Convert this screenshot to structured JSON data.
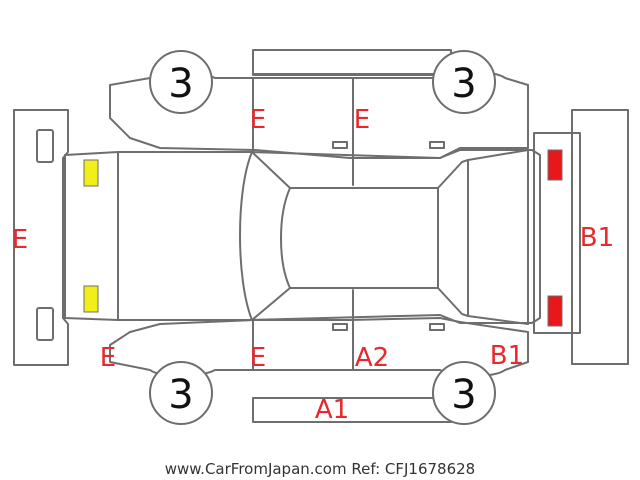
{
  "colors": {
    "outline": "#6e6e6e",
    "code_text": "#e8282d",
    "front_light": "#f2ee1a",
    "rear_light": "#e8171c"
  },
  "tire_counts": {
    "front_left": "3",
    "rear_left": "3",
    "front_right": "3",
    "rear_right": "3"
  },
  "damage_codes": {
    "front_bumper": "E",
    "front_door_top": "E",
    "rear_door_top": "E",
    "front_bumper_corner": "E",
    "front_door_bottom": "E",
    "rear_door_bottom": "A2",
    "rear_quarter": "B1",
    "side_sill": "A1",
    "rear_bumper": "B1"
  },
  "footer": {
    "text": "www.CarFromJapan.com Ref: CFJ1678628"
  }
}
